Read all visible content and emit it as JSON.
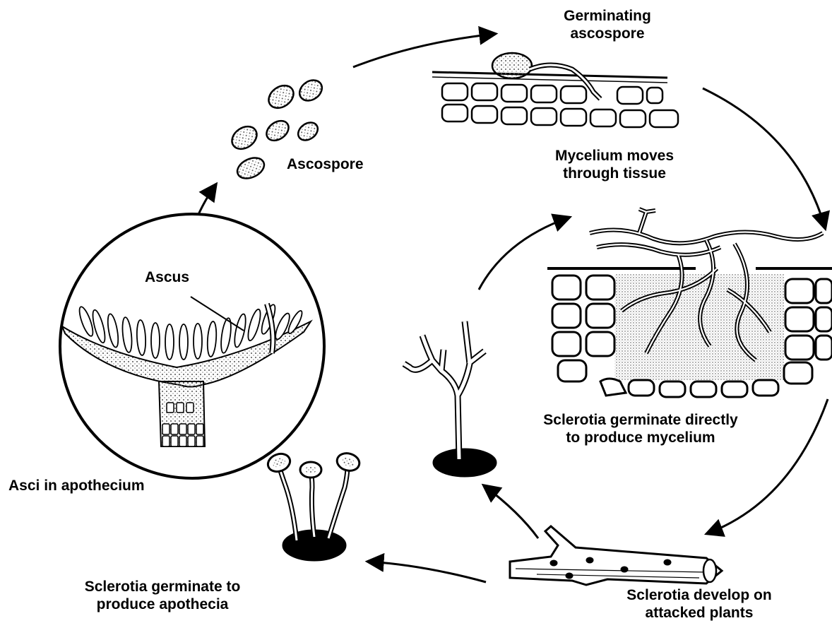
{
  "labels": {
    "germinating_ascospore": [
      "Germinating",
      "ascospore"
    ],
    "ascospore": "Ascospore",
    "mycelium_moves": [
      "Mycelium moves",
      "through tissue"
    ],
    "ascus": "Ascus",
    "sclerotia_direct": [
      "Sclerotia germinate directly",
      "to produce mycelium"
    ],
    "asci_in_apothecium": "Asci in apothecium",
    "sclerotia_apothecia": [
      "Sclerotia germinate to",
      "produce apothecia"
    ],
    "sclerotia_develop": [
      "Sclerotia develop on",
      "attacked plants"
    ]
  },
  "colors": {
    "ink": "#000000",
    "paper": "#ffffff",
    "stipple": "#8a8a8a"
  }
}
